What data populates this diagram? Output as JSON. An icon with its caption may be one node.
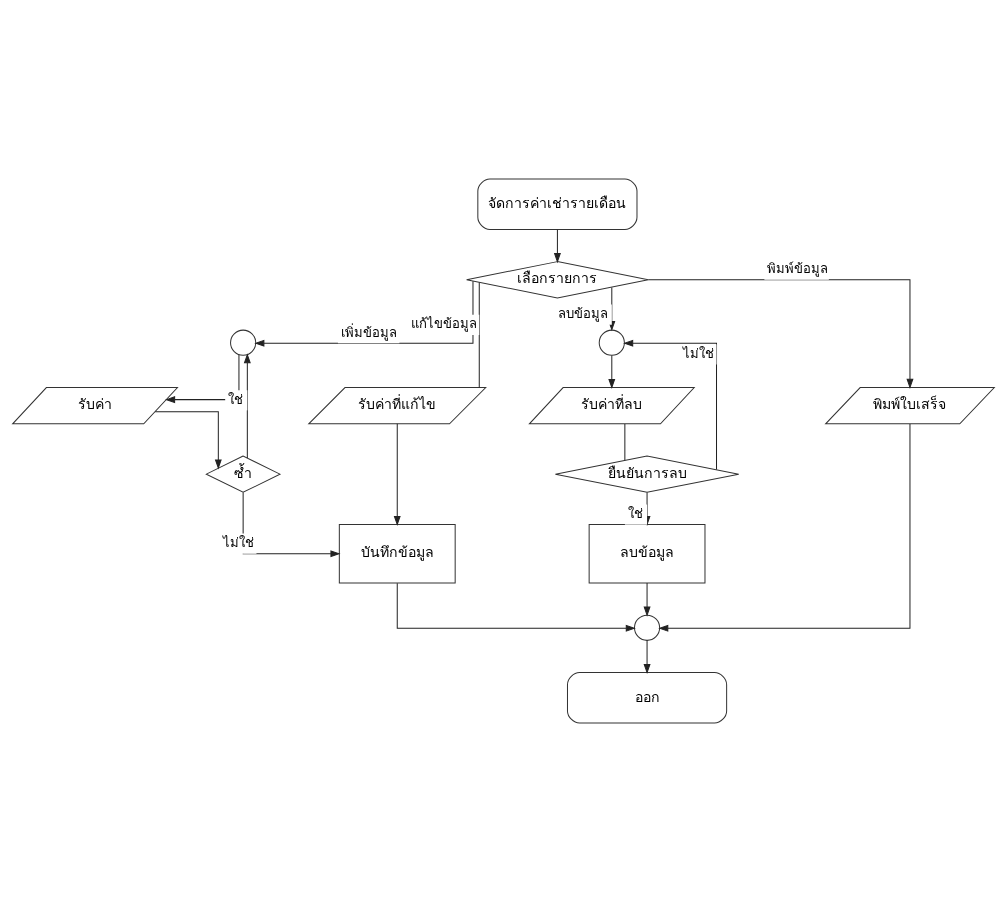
{
  "diagram": {
    "nodes": [
      {
        "text": [
          "จัดการค่าเช่ารายเดือน"
        ]
      },
      {
        "text": [
          "เลือกรายการ"
        ]
      },
      {
        "text": [],
        "shape": "circle"
      },
      {
        "text": [
          "รับค่า"
        ]
      },
      {
        "text": [
          "ซ้ำ"
        ]
      },
      {
        "text": [
          "รับค่าที่แก้ไข"
        ]
      },
      {
        "text": [
          "บันทึกข้อมูล"
        ]
      },
      {
        "text": [],
        "shape": "circle"
      },
      {
        "text": [
          "รับค่าที่ลบ"
        ]
      },
      {
        "text": [
          "ยืนยันการลบ"
        ]
      },
      {
        "text": [
          "ลบข้อมูล"
        ]
      },
      {
        "text": [
          "พิมพ์ใบเสร็จ"
        ]
      },
      {
        "text": [],
        "shape": "circle"
      },
      {
        "text": [
          "ออก"
        ]
      }
    ],
    "edges": [
      {
        "from": 0,
        "to": 1,
        "arrow": "to"
      },
      {
        "from": 1,
        "to": 2,
        "arrow": "to",
        "label": "เพิ่มข้อมูล"
      },
      {
        "from": 1,
        "to": 5,
        "arrow": "none",
        "label": "แก้ไขข้อมูล"
      },
      {
        "from": 1,
        "to": 7,
        "arrow": "to",
        "label": "ลบข้อมูล"
      },
      {
        "from": 1,
        "to": 11,
        "arrow": "to",
        "label": "พิมพ์ข้อมูล"
      },
      {
        "from": 2,
        "to": 3,
        "arrow": "to"
      },
      {
        "from": 3,
        "to": 4,
        "arrow": "to"
      },
      {
        "from": 4,
        "to": 2,
        "arrow": "to",
        "label": "ใช่"
      },
      {
        "from": 4,
        "to": 6,
        "arrow": "to",
        "label": "ไม่ใช่"
      },
      {
        "from": 5,
        "to": 6,
        "arrow": "to"
      },
      {
        "from": 7,
        "to": 8,
        "arrow": "to"
      },
      {
        "from": 8,
        "to": 9,
        "arrow": "none"
      },
      {
        "from": 9,
        "to": 7,
        "arrow": "to",
        "label": "ไม่ใช่"
      },
      {
        "from": 9,
        "to": 10,
        "arrow": "to",
        "label": "ใช่"
      },
      {
        "from": 6,
        "to": 12,
        "arrow": "to"
      },
      {
        "from": 10,
        "to": 12,
        "arrow": "to"
      },
      {
        "from": 11,
        "to": 12,
        "arrow": "to"
      },
      {
        "from": 12,
        "to": 13,
        "arrow": "to"
      }
    ]
  }
}
